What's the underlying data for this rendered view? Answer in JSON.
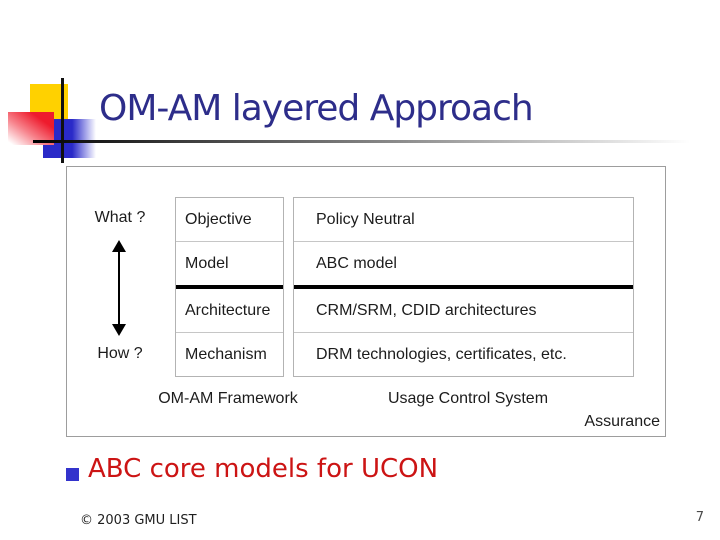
{
  "title": "OM-AM layered Approach",
  "diagram": {
    "what_label": "What ?",
    "how_label": "How ?",
    "omam_rows": [
      "Objective",
      "Model",
      "Architecture",
      "Mechanism"
    ],
    "ucon_rows": [
      "Policy Neutral",
      "ABC model",
      "CRM/SRM, CDID architectures",
      "DRM technologies, certificates, etc."
    ],
    "framework_label": "OM-AM Framework",
    "usage_label": "Usage Control System",
    "assurance_label": "Assurance"
  },
  "bullet": {
    "text": "ABC core models for UCON"
  },
  "footer": {
    "copyright": "© 2003 GMU LIST",
    "page_number": "7"
  },
  "colors": {
    "title": "#2d2d8a",
    "bullet_text": "#cc1414",
    "bullet_marker": "#3333cc",
    "logo_yellow": "#ffd100",
    "logo_red": "#ee1b2d",
    "logo_blue": "#2a2ac8",
    "thick_divider": "#000000",
    "panel_border": "#9d9d9d"
  }
}
